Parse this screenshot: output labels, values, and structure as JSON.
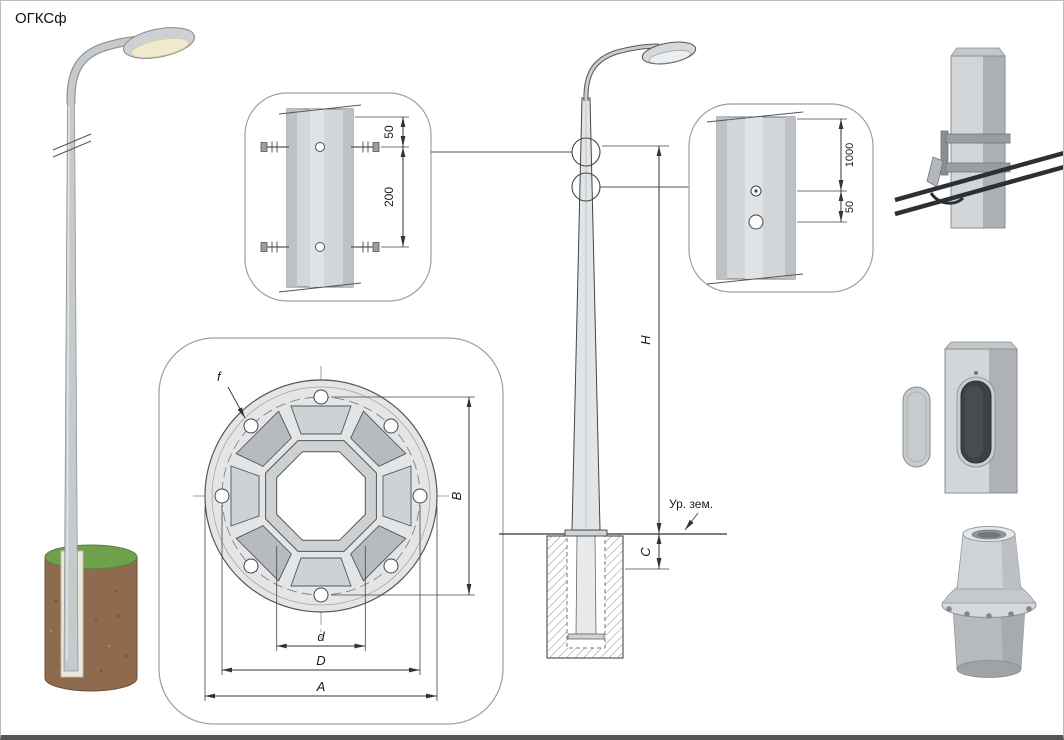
{
  "title": "ОГКСф",
  "palette": {
    "pole_gray": "#d3d6d9",
    "pole_gray_dark": "#aeb2b6",
    "drawing_line": "#444444",
    "callout_border": "#9aa0a5",
    "foundation_brown": "#8e6a4f",
    "grass_green": "#6fa04c",
    "cable_dark": "#2c2f33"
  },
  "bracket_detail": {
    "dim_offset": "50",
    "dim_spacing": "200"
  },
  "holes_detail": {
    "dim_height": "1000",
    "dim_spacing": "50"
  },
  "flange_view": {
    "hole_label": "f",
    "bolt_span_label": "B",
    "inner_dia_label": "d",
    "bolt_circle_label": "D",
    "outer_dia_label": "A"
  },
  "elevation": {
    "height_label": "H",
    "embed_label": "C",
    "ground_label": "Ур. зем."
  }
}
